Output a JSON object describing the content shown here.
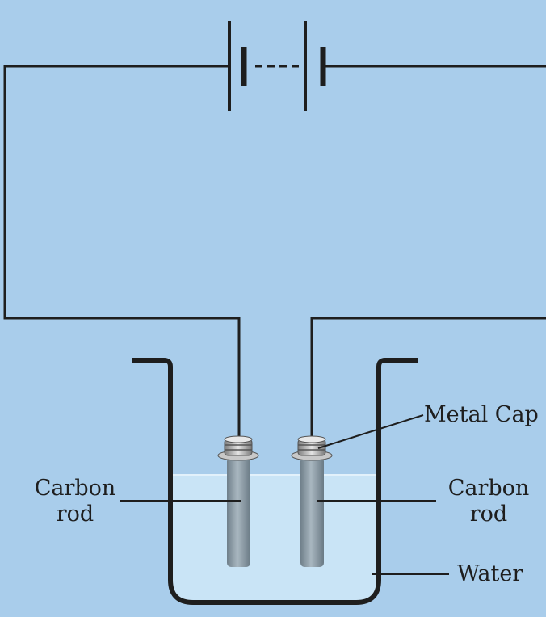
{
  "labels": {
    "metal_cap": "Metal Cap",
    "carbon_rod_left_line1": "Carbon",
    "carbon_rod_left_line2": "rod",
    "carbon_rod_right_line1": "Carbon",
    "carbon_rod_right_line2": "rod",
    "water": "Water"
  },
  "colors": {
    "background": "#a9cdeb",
    "wire": "#1e1e1e",
    "water": "#c9e4f6",
    "rod": "#8a9ba6",
    "cap": "#b9b9b9"
  }
}
